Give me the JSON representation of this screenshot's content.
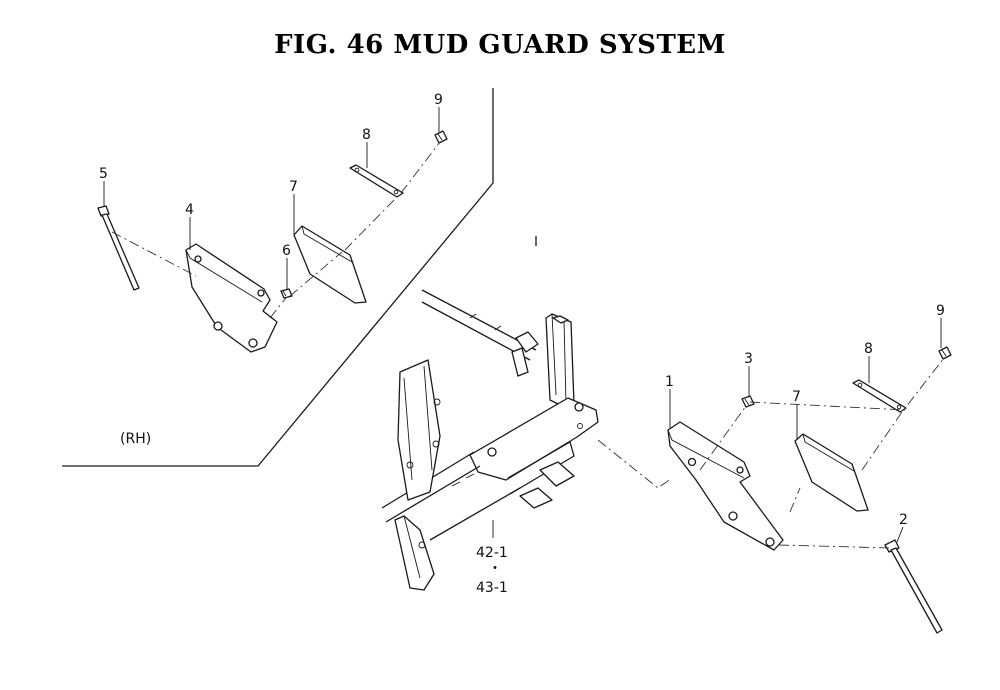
{
  "figure": {
    "title": "FIG. 46  MUD GUARD SYSTEM",
    "side_label": "(RH)",
    "callouts": {
      "rh_bolt": "5",
      "rh_guard": "4",
      "rh_nut": "6",
      "rh_flap": "7",
      "rh_plate": "8",
      "rh_top_nut": "9",
      "lh_guard": "1",
      "lh_nut": "3",
      "lh_flap": "7",
      "lh_plate": "8",
      "lh_top_nut": "9",
      "lh_bolt": "2",
      "frame_ref_a": "42-1",
      "frame_ref_dot": "・",
      "frame_ref_b": "43-1"
    }
  }
}
